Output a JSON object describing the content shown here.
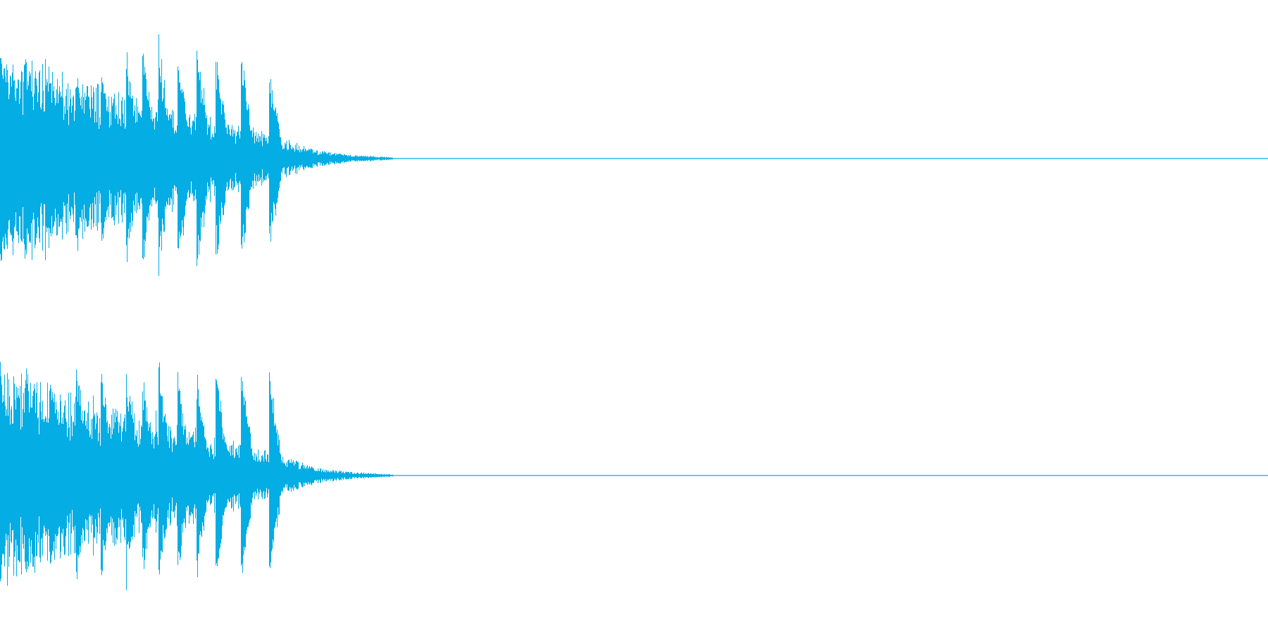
{
  "waveform": {
    "color": "#04ADE3",
    "channel_count": 2,
    "duration_fraction_with_signal": 0.31,
    "silence_after_fraction": 0.31,
    "channels": [
      {
        "name_key": "left",
        "envelope": [
          0.93,
          0.82,
          0.78,
          0.7,
          0.62,
          0.58,
          0.54,
          0.5,
          0.46,
          0.4,
          0.35,
          0.3,
          0.25,
          0.2,
          0.14,
          0.08,
          0.05,
          0.03,
          0.02,
          0.01
        ],
        "transients": [
          {
            "at": 0.0,
            "amp": 0.95
          },
          {
            "at": 0.02,
            "amp": 0.88
          },
          {
            "at": 0.04,
            "amp": 0.75
          },
          {
            "at": 0.06,
            "amp": 0.8
          },
          {
            "at": 0.079,
            "amp": 0.85
          },
          {
            "at": 0.099,
            "amp": 0.9
          },
          {
            "at": 0.112,
            "amp": 1.0
          },
          {
            "at": 0.125,
            "amp": 0.98
          },
          {
            "at": 0.14,
            "amp": 0.95
          },
          {
            "at": 0.155,
            "amp": 1.0
          },
          {
            "at": 0.17,
            "amp": 0.9
          },
          {
            "at": 0.19,
            "amp": 0.88
          },
          {
            "at": 0.212,
            "amp": 0.8
          }
        ]
      },
      {
        "name_key": "right",
        "envelope": [
          0.93,
          0.82,
          0.78,
          0.7,
          0.62,
          0.58,
          0.54,
          0.5,
          0.46,
          0.4,
          0.35,
          0.3,
          0.25,
          0.2,
          0.14,
          0.08,
          0.05,
          0.03,
          0.02,
          0.01
        ],
        "transients": [
          {
            "at": 0.0,
            "amp": 0.92
          },
          {
            "at": 0.02,
            "amp": 0.95
          },
          {
            "at": 0.04,
            "amp": 0.95
          },
          {
            "at": 0.06,
            "amp": 0.98
          },
          {
            "at": 0.079,
            "amp": 0.95
          },
          {
            "at": 0.099,
            "amp": 0.95
          },
          {
            "at": 0.112,
            "amp": 0.88
          },
          {
            "at": 0.125,
            "amp": 0.9
          },
          {
            "at": 0.14,
            "amp": 0.85
          },
          {
            "at": 0.155,
            "amp": 0.85
          },
          {
            "at": 0.17,
            "amp": 0.9
          },
          {
            "at": 0.19,
            "amp": 0.88
          },
          {
            "at": 0.212,
            "amp": 0.9
          }
        ]
      }
    ]
  }
}
